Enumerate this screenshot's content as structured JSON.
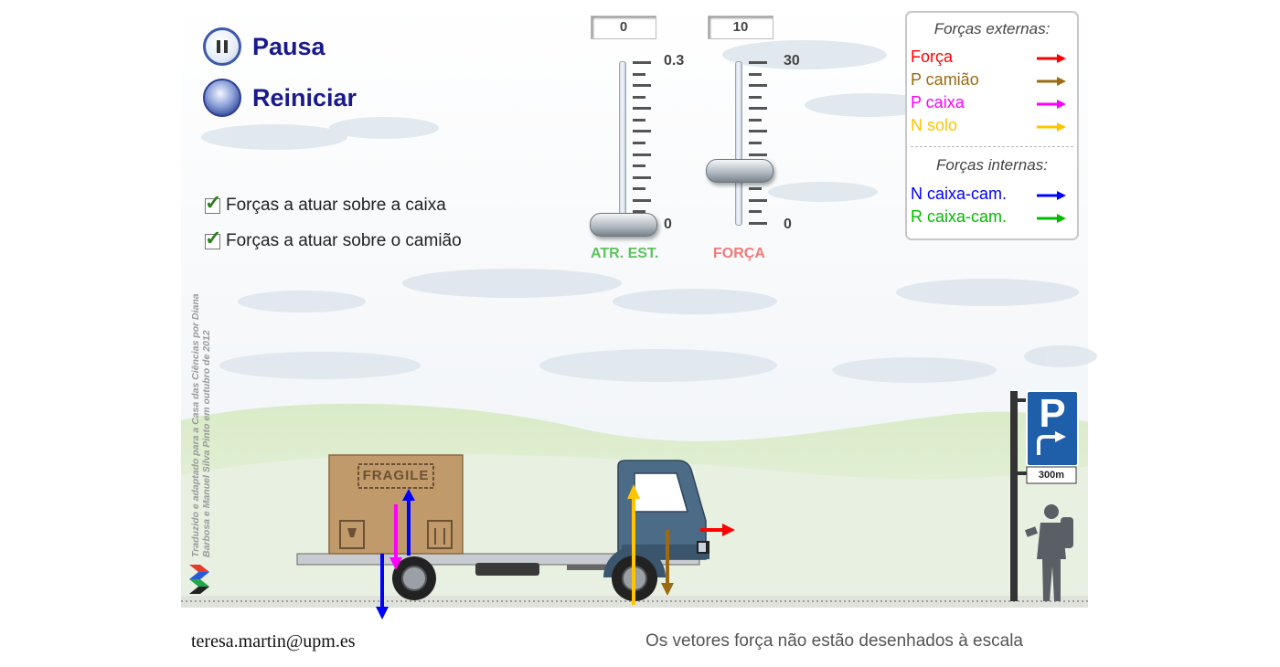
{
  "controls": {
    "pause_label": "Pausa",
    "reset_label": "Reiniciar"
  },
  "checkboxes": [
    {
      "label": "Forças a atuar sobre a caixa",
      "checked": true
    },
    {
      "label": "Forças a atuar sobre o camião",
      "checked": true
    }
  ],
  "sliders": {
    "friction": {
      "name": "ATR. EST.",
      "value": "0",
      "max_label": "0.3",
      "min_label": "0",
      "fraction": 0.0,
      "color": "#5dc35d"
    },
    "force": {
      "name": "FORÇA",
      "value": "10",
      "max_label": "30",
      "min_label": "0",
      "fraction": 0.333,
      "color": "#f07a7a"
    }
  },
  "legend": {
    "external_title": "Forças externas:",
    "internal_title": "Forças internas:",
    "external": [
      {
        "label": "Força",
        "color": "#ff0000"
      },
      {
        "label": "P camião",
        "color": "#9b6a12"
      },
      {
        "label": "P caixa",
        "color": "#ff00ff"
      },
      {
        "label": "N solo",
        "color": "#ffc400"
      }
    ],
    "internal": [
      {
        "label": "N caixa-cam.",
        "color": "#0000ff"
      },
      {
        "label": "R caixa-cam.",
        "color": "#00bb00"
      }
    ]
  },
  "scene": {
    "box_label": "FRAGILE",
    "sign_letter": "P",
    "sign_distance": "300m",
    "credit": "Traduzido e adaptado para a Casa das Ciências por Diana Barbosa e Manuel Silva Pinto em outubro de 2012"
  },
  "footer": {
    "email": "teresa.martin@upm.es",
    "note": "Os vetores força não estão desenhados à escala"
  }
}
